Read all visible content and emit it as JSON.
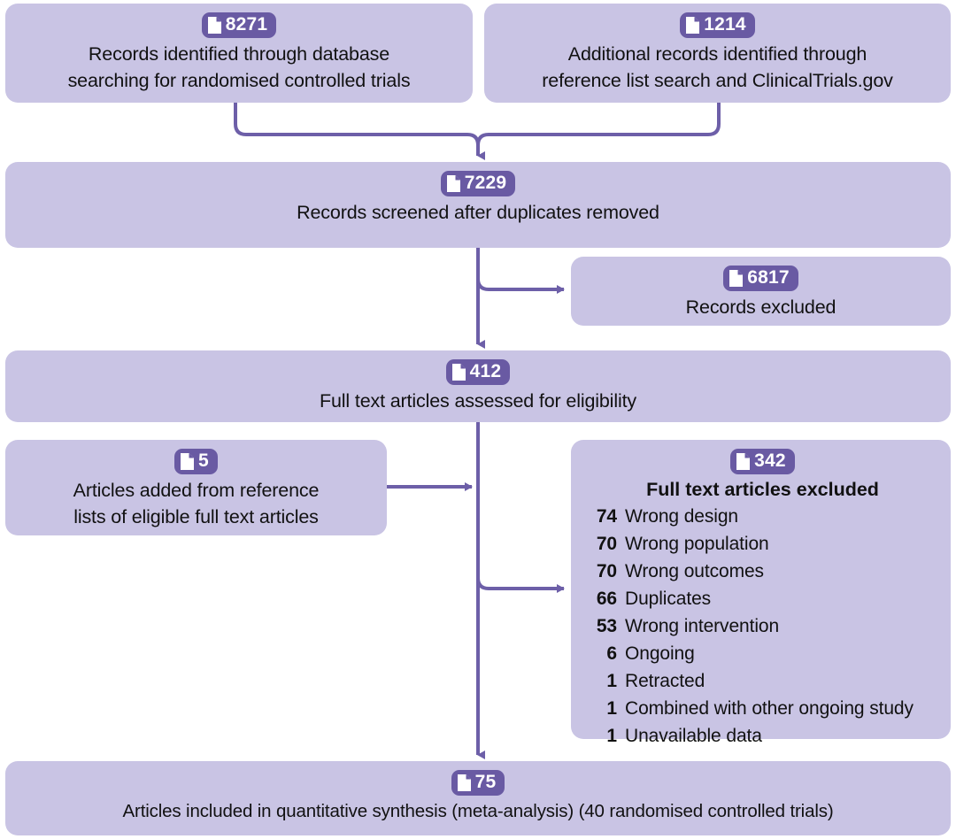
{
  "colors": {
    "box_fill": "#c9c4e4",
    "badge_fill": "#695aa3",
    "connector": "#6d5fa8",
    "text": "#111111"
  },
  "diagram": {
    "type": "prisma-flow-diagram",
    "icon": "document-icon"
  },
  "boxes": {
    "database_records": {
      "count": "8271",
      "text": "Records identified through database\nsearching for randomised controlled trials"
    },
    "additional_records": {
      "count": "1214",
      "text": "Additional records identified through\nreference list search and ClinicalTrials.gov"
    },
    "screened": {
      "count": "7229",
      "text": "Records screened after duplicates removed"
    },
    "records_excluded": {
      "count": "6817",
      "text": "Records excluded"
    },
    "full_text_assessed": {
      "count": "412",
      "text": "Full text articles assessed for eligibility"
    },
    "articles_added": {
      "count": "5",
      "text": "Articles added from reference\nlists of eligible full text articles"
    },
    "full_text_excluded": {
      "count": "342",
      "heading": "Full text articles excluded",
      "reasons": [
        {
          "count": "74",
          "label": "Wrong design"
        },
        {
          "count": "70",
          "label": "Wrong population"
        },
        {
          "count": "70",
          "label": "Wrong outcomes"
        },
        {
          "count": "66",
          "label": "Duplicates"
        },
        {
          "count": "53",
          "label": "Wrong intervention"
        },
        {
          "count": "6",
          "label": "Ongoing"
        },
        {
          "count": "1",
          "label": "Retracted"
        },
        {
          "count": "1",
          "label": "Combined with other ongoing study"
        },
        {
          "count": "1",
          "label": "Unavailable data"
        }
      ]
    },
    "included": {
      "count": "75",
      "text": "Articles included in quantitative synthesis (meta-analysis) (40  randomised controlled trials)"
    }
  }
}
